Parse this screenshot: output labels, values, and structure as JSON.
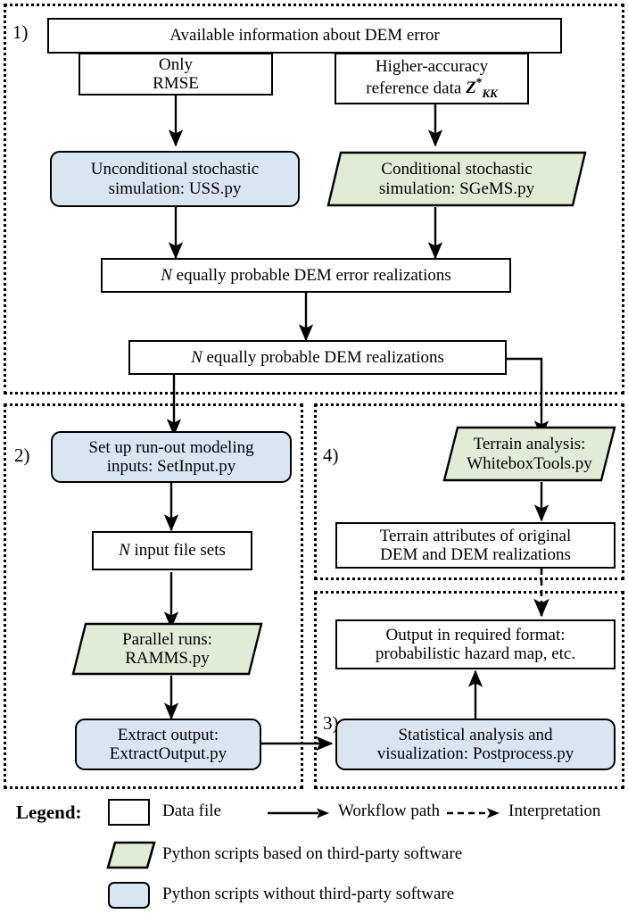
{
  "title": "DEM error propagation workflow flowchart",
  "colors": {
    "script_own_fill": "#dae5f2",
    "script_thirdparty_fill": "#e2ebd6",
    "data_fill": "#ffffff",
    "stroke": "#000000"
  },
  "sections": [
    {
      "id": "s1",
      "number": "1)"
    },
    {
      "id": "s2",
      "number": "2)"
    },
    {
      "id": "s4",
      "number": "4)"
    },
    {
      "id": "s3",
      "number": "3)"
    }
  ],
  "nodes": {
    "available_info": {
      "label": "Available information about DEM error",
      "shape": "data-file"
    },
    "only_rmse": {
      "label": "Only\nRMSE",
      "line1": "Only",
      "line2": "RMSE",
      "shape": "data-file"
    },
    "higher_accuracy": {
      "line1": "Higher-accuracy",
      "line2_prefix": "reference data ",
      "symbol": "Z",
      "symbol_sup": "*",
      "symbol_sub": "KK",
      "shape": "data-file"
    },
    "uss": {
      "line1": "Unconditional stochastic",
      "line2": "simulation: USS.py",
      "shape": "python-own"
    },
    "sgems": {
      "line1": "Conditional stochastic",
      "line2": "simulation: SGeMS.py",
      "shape": "python-thirdparty"
    },
    "error_realizations": {
      "prefix": "N",
      "label": " equally probable DEM error realizations",
      "shape": "data-file"
    },
    "dem_realizations": {
      "prefix": "N",
      "label": " equally probable DEM realizations",
      "shape": "data-file"
    },
    "setinput": {
      "line1": "Set up run-out modeling",
      "line2": "inputs: SetInput.py",
      "shape": "python-own"
    },
    "input_file_sets": {
      "prefix": "N",
      "label": " input file sets",
      "shape": "data-file"
    },
    "ramms": {
      "line1": "Parallel runs:",
      "line2": "RAMMS.py",
      "shape": "python-thirdparty"
    },
    "extract_output": {
      "line1": "Extract output:",
      "line2": "ExtractOutput.py",
      "shape": "python-own"
    },
    "whitebox": {
      "line1": "Terrain analysis:",
      "line2": "WhiteboxTools.py",
      "shape": "python-thirdparty"
    },
    "terrain_attributes": {
      "line1": "Terrain attributes of original",
      "line2": "DEM and DEM realizations",
      "shape": "data-file"
    },
    "output_format": {
      "line1": "Output in required format:",
      "line2": "probabilistic hazard map, etc.",
      "shape": "data-file"
    },
    "postprocess": {
      "line1": "Statistical analysis and",
      "line2": "visualization: Postprocess.py",
      "shape": "python-own"
    }
  },
  "legend": {
    "title": "Legend:",
    "items": [
      {
        "key": "data-file",
        "label": "Data file",
        "swatch": "rectangle-white"
      },
      {
        "key": "workflow-path",
        "label": "Workflow path",
        "swatch": "solid-arrow"
      },
      {
        "key": "interpretation",
        "label": "Interpretation",
        "swatch": "dashed-arrow"
      },
      {
        "key": "python-thirdparty",
        "label": "Python scripts based on third-party software",
        "swatch": "parallelogram-green"
      },
      {
        "key": "python-own",
        "label": "Python scripts without third-party software",
        "swatch": "rounded-rect-blue"
      }
    ]
  }
}
